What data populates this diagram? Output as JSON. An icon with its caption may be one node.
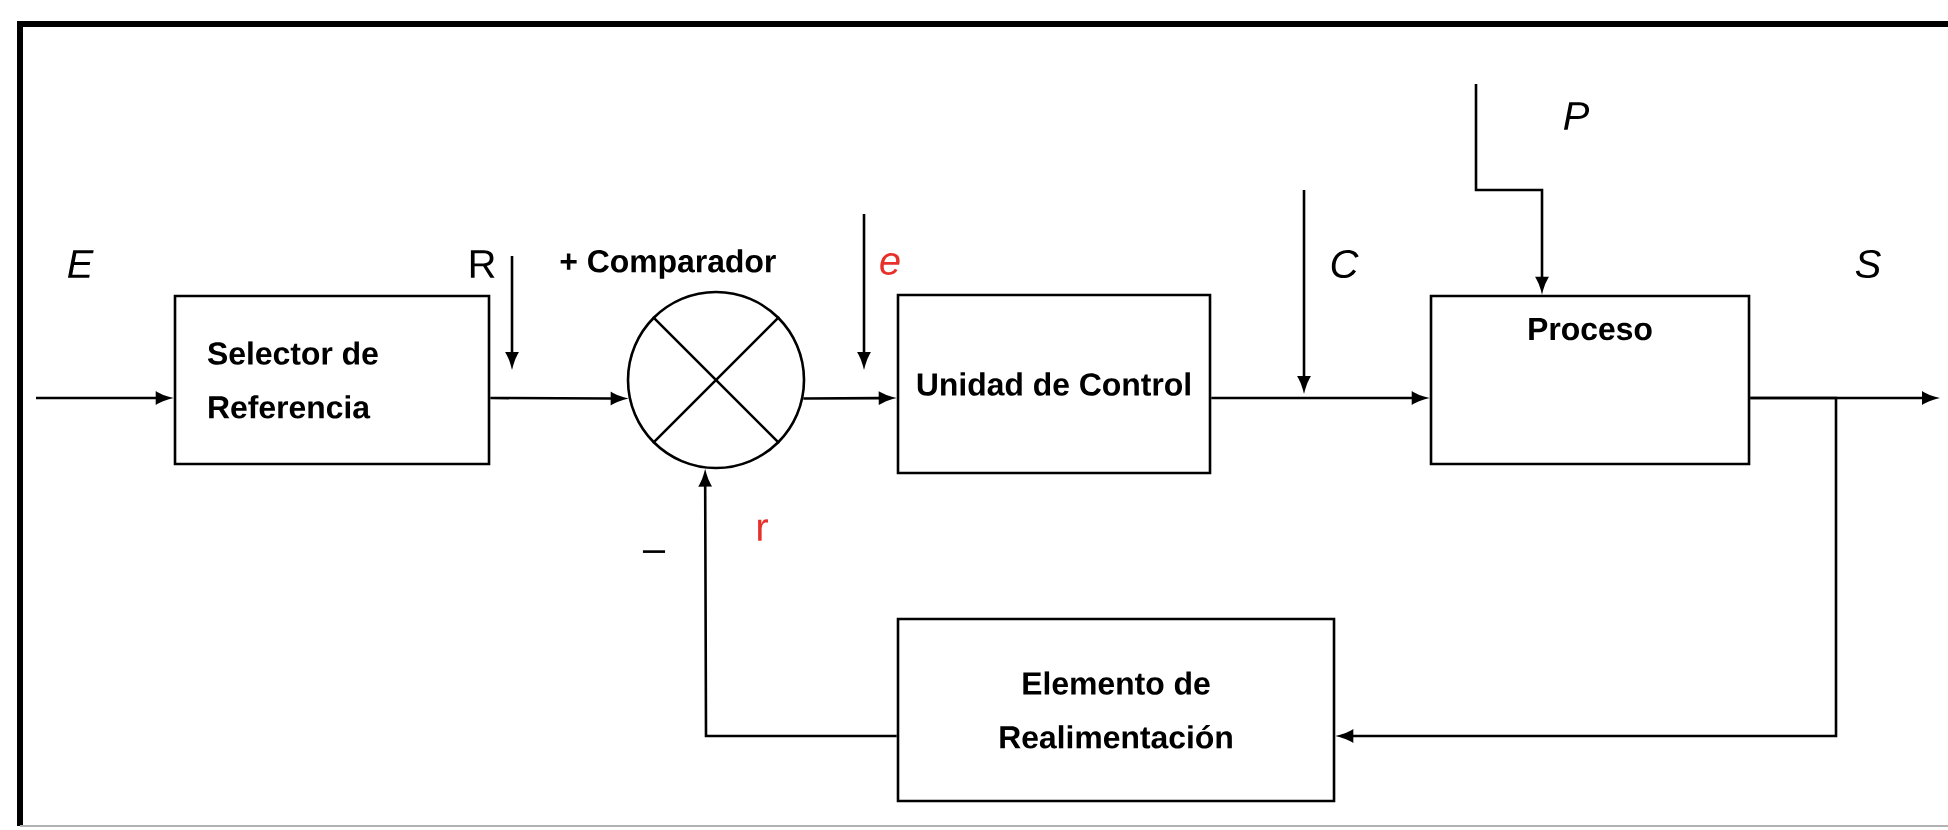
{
  "diagram": {
    "nodes": [
      {
        "text": [
          "Selector de Referencia"
        ]
      },
      {
        "text": [],
        "shape": "circle",
        "beside": [
          "+ Comparador"
        ]
      },
      {
        "text": [
          "Unidad de Control"
        ]
      },
      {
        "text": [
          "Proceso"
        ]
      },
      {
        "text": [
          "Elemento de Realimentación"
        ]
      }
    ],
    "edges": [
      {
        "from": null,
        "to": 0,
        "arrow": "to",
        "label": "E"
      },
      {
        "from": 0,
        "to": 1,
        "arrow": "to"
      },
      {
        "from": 1,
        "to": 2,
        "arrow": "to"
      },
      {
        "from": 2,
        "to": 3,
        "arrow": "to"
      },
      {
        "from": 3,
        "to": null,
        "arrow": "to",
        "label": "S"
      },
      {
        "from": 3,
        "to": 4,
        "arrow": "to"
      },
      {
        "from": 4,
        "to": 1,
        "arrow": "to"
      },
      {
        "from": null,
        "to": 3,
        "arrow": "to",
        "label": "P"
      }
    ],
    "labels": [
      "R",
      "e",
      "C",
      "–",
      "r"
    ]
  }
}
